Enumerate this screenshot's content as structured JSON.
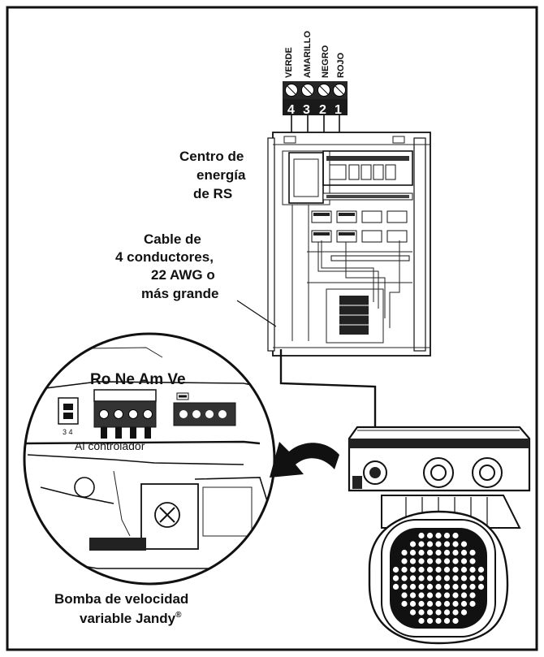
{
  "terminal": {
    "wire_colors": [
      "VERDE",
      "AMARILLO",
      "NEGRO",
      "ROJO"
    ],
    "numbers": [
      "4",
      "3",
      "2",
      "1"
    ]
  },
  "labels": {
    "energy_center_line1": "Centro de",
    "energy_center_line2": "energía",
    "energy_center_line3": "de RS",
    "cable_line1": "Cable de",
    "cable_line2": "4 conductores,",
    "cable_line3": "22 AWG o",
    "cable_line4": "más grande",
    "pump_line1": "Bomba de velocidad",
    "pump_line2": "variable Jandy",
    "pump_reg": "®"
  },
  "zoom": {
    "header_labels": "Ro Ne Am Ve",
    "dip_numbers": "3 4",
    "controller_label": "Al controlador"
  }
}
